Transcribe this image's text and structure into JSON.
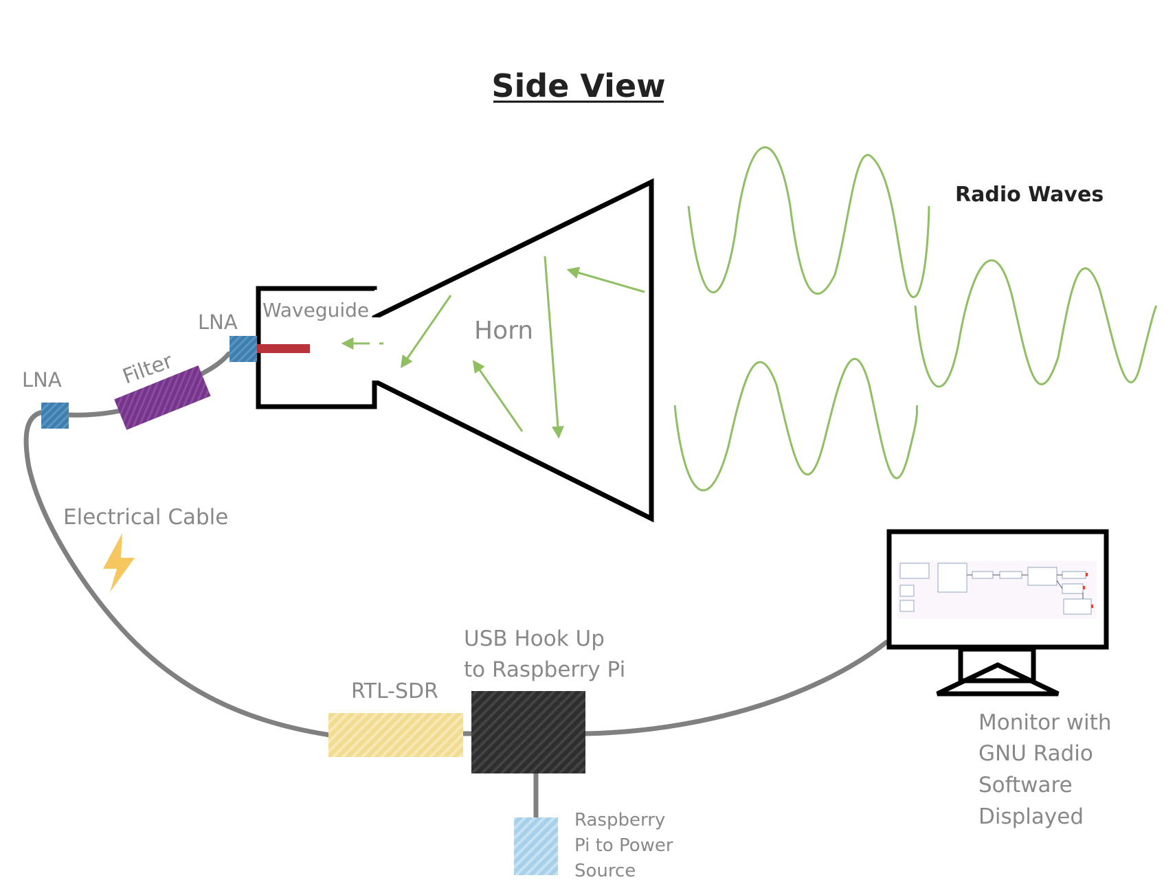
{
  "title": "Side View",
  "labels": {
    "radio_waves": "Radio Waves",
    "waveguide": "Waveguide",
    "horn": "Horn",
    "lna_1": "LNA",
    "lna_2": "LNA",
    "filter": "Filter",
    "electrical_cable": "Electrical Cable",
    "rtl_sdr": "RTL-SDR",
    "usb_line1": "USB Hook Up",
    "usb_line2": "to Raspberry Pi",
    "power_line1": "Raspberry",
    "power_line2": "Pi to Power",
    "power_line3": "Source",
    "monitor_line1": "Monitor with",
    "monitor_line2": "GNU Radio",
    "monitor_line3": "Software",
    "monitor_line4": "Displayed"
  },
  "colors": {
    "wave": "#8fbe63",
    "lna": "#3f7fb0",
    "filter": "#7b3a8c",
    "probe": "#b9343a",
    "cable": "#808080",
    "rtl_sdr": "#f1dc92",
    "usb_box": "#333333",
    "power_box": "#a7d1ea",
    "bolt": "#f5c75e"
  }
}
